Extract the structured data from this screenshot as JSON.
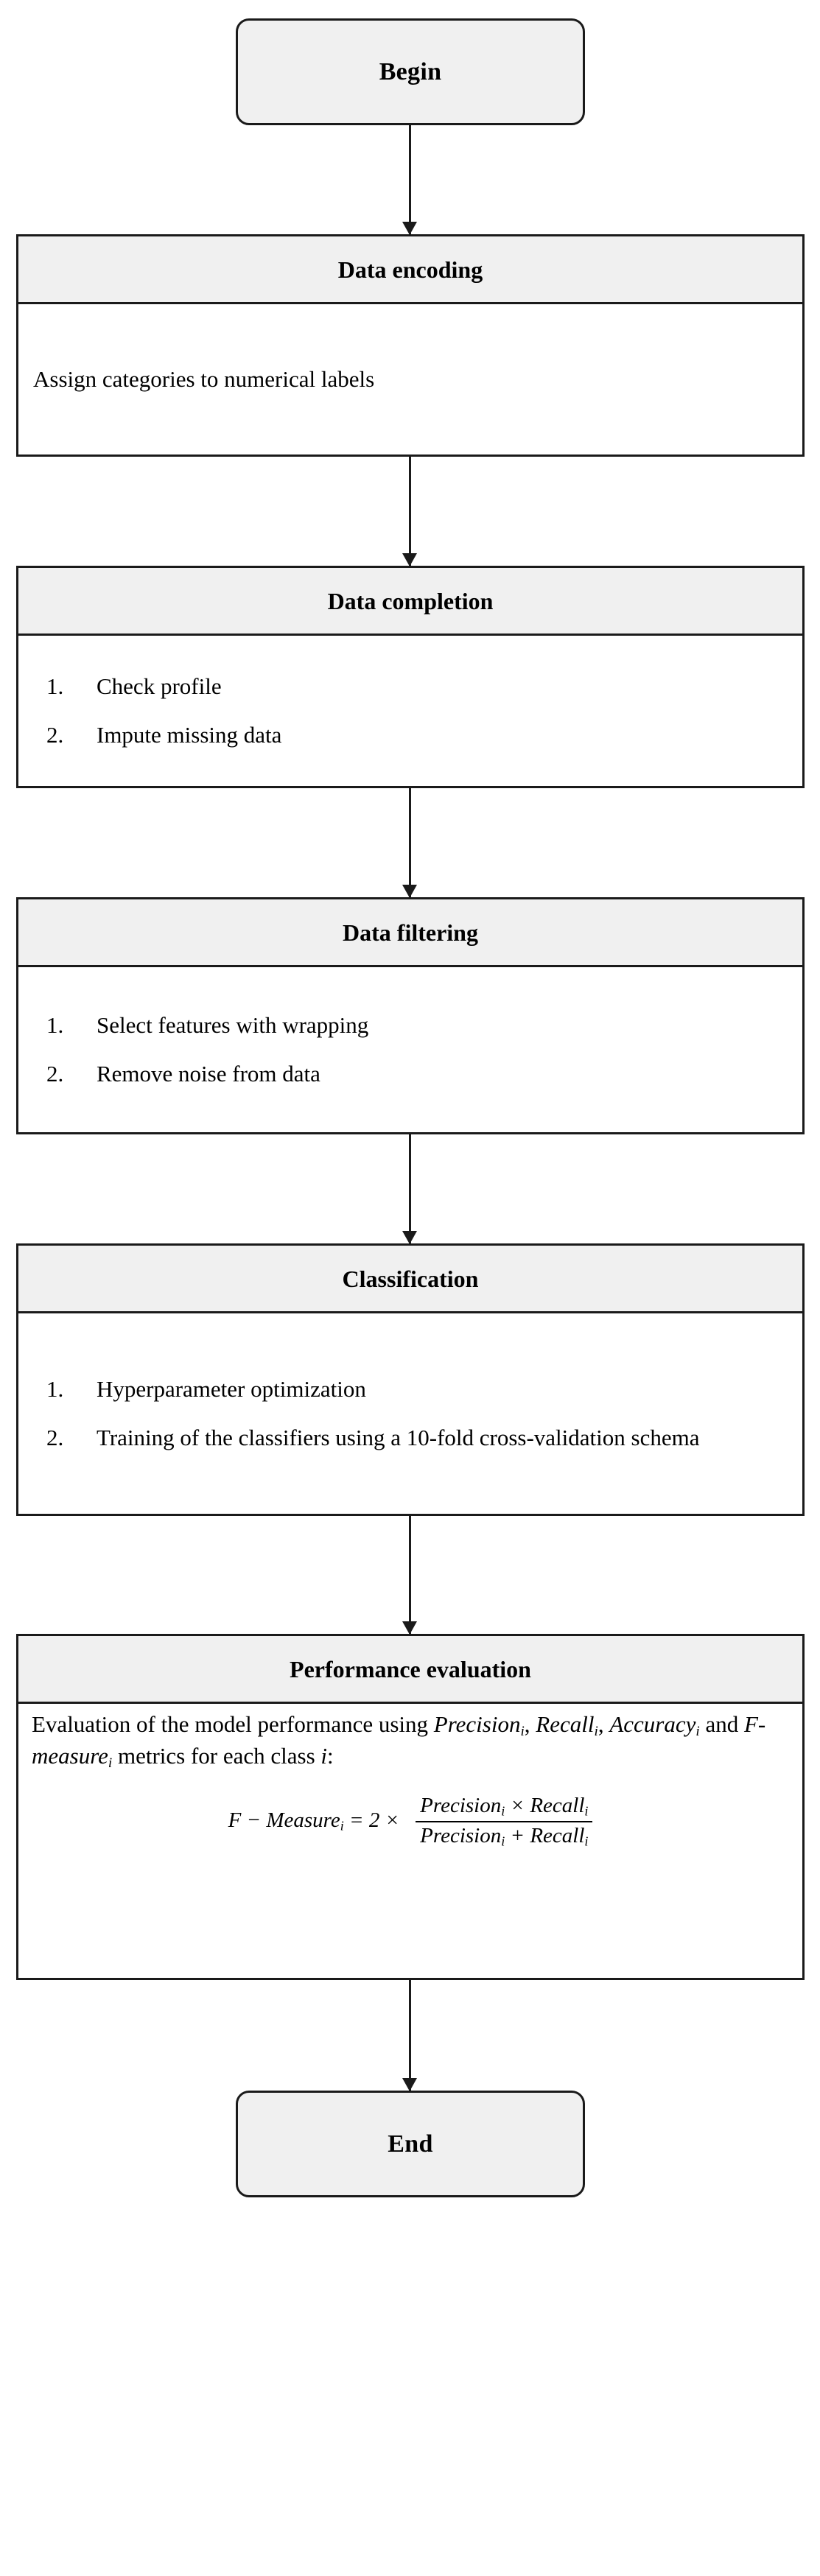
{
  "diagram": {
    "title": "Machine learning pipeline flowchart",
    "colors": {
      "node_header_fill": "#f0f0f0",
      "node_body_fill": "#ffffff",
      "stroke": "#1a1a1a",
      "background": "#ffffff"
    },
    "nodes": {
      "begin": {
        "label": "Begin",
        "shape": "rounded-terminal"
      },
      "end": {
        "label": "End",
        "shape": "rounded-terminal"
      },
      "data_encoding": {
        "header": "Data encoding",
        "body_text": "Assign categories to numerical labels"
      },
      "data_completion": {
        "header": "Data completion",
        "steps": [
          {
            "num": "1.",
            "text": "Check profile"
          },
          {
            "num": "2.",
            "text": "Impute missing data"
          }
        ]
      },
      "data_filtering": {
        "header": "Data filtering",
        "steps": [
          {
            "num": "1.",
            "text": "Select features with wrapping"
          },
          {
            "num": "2.",
            "text": "Remove noise from data"
          }
        ]
      },
      "classification": {
        "header": "Classification",
        "steps": [
          {
            "num": "1.",
            "text": "Hyperparameter optimization"
          },
          {
            "num": "2.",
            "text": "Training of the classifiers using a 10-fold cross-validation schema"
          }
        ]
      },
      "performance_evaluation": {
        "header": "Performance evaluation",
        "intro_lead": "Evaluation of the model performance using ",
        "metric_1": "Precision",
        "metric_2": "Recall",
        "metric_3": "Accuracy",
        "metric_conjunction": " and ",
        "metric_4": "F-measure",
        "intro_tail": "metrics for each class ",
        "class_symbol": "i",
        "intro_tail_punct": ":",
        "subscript": "i",
        "separator_comma": ", ",
        "formula": {
          "lhs": "F − Measure",
          "lhs_sub": "i",
          "equals": " = ",
          "coefficient": "2",
          "times": " × ",
          "numerator_left": "Precision",
          "numerator_op": " × ",
          "numerator_right": "Recall",
          "denominator_left": "Precision",
          "denominator_op": " + ",
          "denominator_right": "Recall",
          "sub": "i"
        }
      }
    },
    "edges": [
      {
        "from": "begin",
        "to": "data_encoding",
        "kind": "arrow-down"
      },
      {
        "from": "data_encoding",
        "to": "data_completion",
        "kind": "arrow-down"
      },
      {
        "from": "data_completion",
        "to": "data_filtering",
        "kind": "arrow-down"
      },
      {
        "from": "data_filtering",
        "to": "classification",
        "kind": "arrow-down"
      },
      {
        "from": "classification",
        "to": "performance_evaluation",
        "kind": "arrow-down"
      },
      {
        "from": "performance_evaluation",
        "to": "end",
        "kind": "arrow-down"
      }
    ]
  }
}
